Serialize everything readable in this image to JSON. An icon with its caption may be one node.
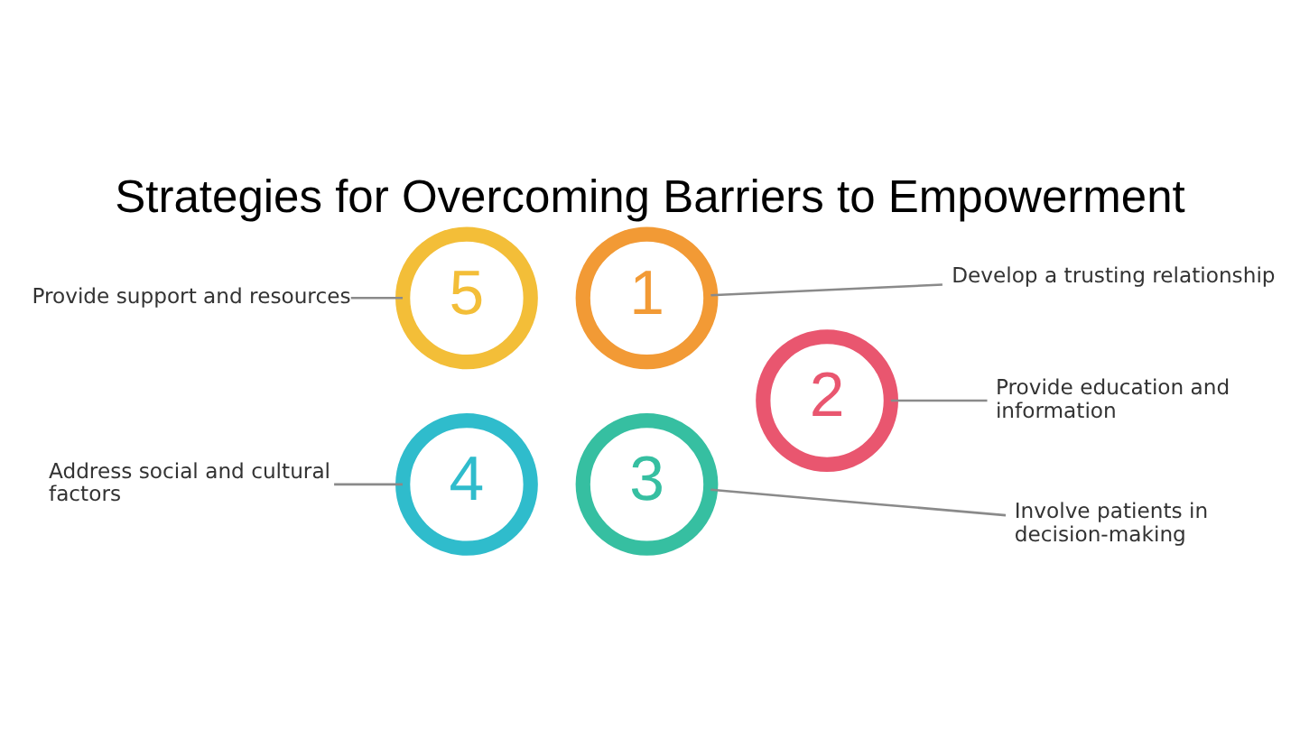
{
  "diagram": {
    "title": "Strategies for Overcoming Barriers to Empowerment",
    "nodes": [
      {
        "text": [
          "1"
        ]
      },
      {
        "text": [
          "Develop a trusting relationship"
        ]
      },
      {
        "text": [
          "2"
        ]
      },
      {
        "text": [
          "Provide education and information"
        ]
      },
      {
        "text": [
          "3"
        ]
      },
      {
        "text": [
          "Involve patients in decision-making"
        ]
      },
      {
        "text": [
          "4"
        ]
      },
      {
        "text": [
          "Address social and cultural factors"
        ]
      },
      {
        "text": [
          "5"
        ]
      },
      {
        "text": [
          "Provide support and resources"
        ]
      }
    ],
    "edges": [
      {
        "from": 0,
        "to": 1,
        "arrow": "none"
      },
      {
        "from": 2,
        "to": 3,
        "arrow": "none"
      },
      {
        "from": 4,
        "to": 5,
        "arrow": "none"
      },
      {
        "from": 7,
        "to": 6,
        "arrow": "none"
      },
      {
        "from": 9,
        "to": 8,
        "arrow": "none"
      }
    ]
  }
}
